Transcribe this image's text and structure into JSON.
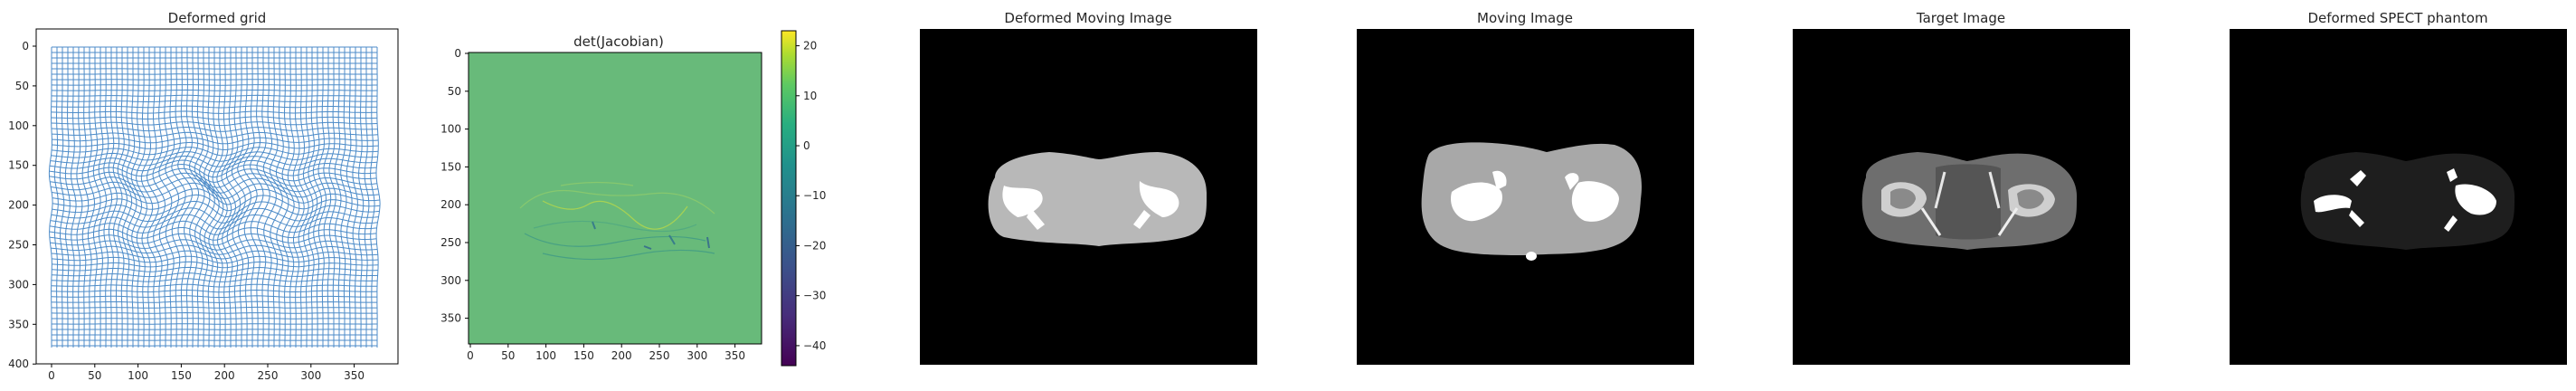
{
  "panels": [
    {
      "id": "deformed-grid",
      "title": "Deformed grid",
      "xticks": [
        "0",
        "50",
        "100",
        "150",
        "200",
        "250",
        "300",
        "350"
      ],
      "yticks": [
        "0",
        "50",
        "100",
        "150",
        "200",
        "250",
        "300",
        "350",
        "400"
      ],
      "grid_color": "#4c8bc8"
    },
    {
      "id": "jacobian",
      "title": "det(Jacobian)",
      "xticks": [
        "0",
        "50",
        "100",
        "150",
        "200",
        "250",
        "300",
        "350"
      ],
      "yticks": [
        "0",
        "50",
        "100",
        "150",
        "200",
        "250",
        "300",
        "350"
      ],
      "colorbar": {
        "ticks": [
          "20",
          "10",
          "0",
          "−10",
          "−20",
          "−30",
          "−40"
        ],
        "range": [
          -44,
          23
        ],
        "colormap": "viridis",
        "background_color": "#68ba7a"
      }
    },
    {
      "id": "deformed-moving",
      "title": "Deformed Moving Image"
    },
    {
      "id": "moving",
      "title": "Moving Image"
    },
    {
      "id": "target",
      "title": "Target Image"
    },
    {
      "id": "spect",
      "title": "Deformed SPECT phantom"
    }
  ]
}
